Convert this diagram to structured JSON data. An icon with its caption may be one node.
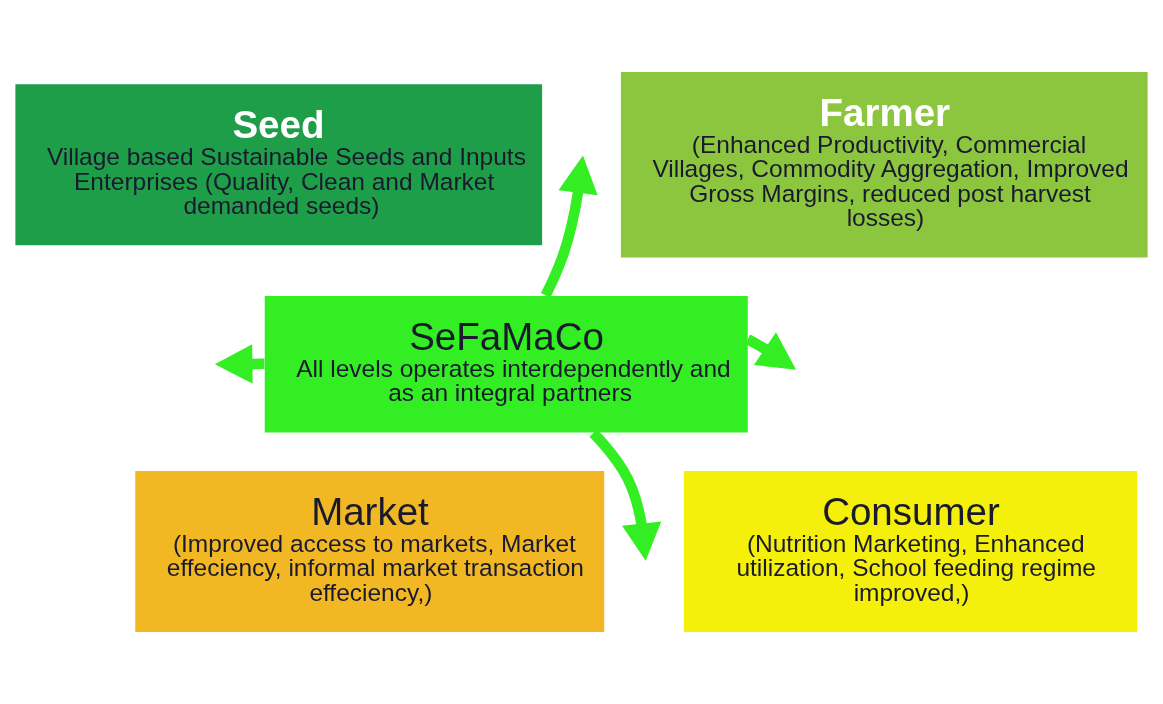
{
  "diagram": {
    "nodes": [
      {
        "text": [
          "Seed",
          "Village based Sustainable Seeds and Inputs Enterprises (Quality, Clean and Market demanded seeds)"
        ]
      },
      {
        "text": [
          "Farmer",
          "(Enhanced Productivity, Commercial Villages, Commodity Aggregation, Improved Gross Margins, reduced post harvest losses)"
        ]
      },
      {
        "text": [
          "SeFaMaCo",
          "All levels operates interdependently and as an integral partners"
        ]
      },
      {
        "text": [
          "Market",
          "(Improved access to markets, Market effeciency, informal market transaction effeciency,)"
        ]
      },
      {
        "text": [
          "Consumer",
          "(Nutrition Marketing, Enhanced utilization, School feeding regime improved,)"
        ]
      }
    ],
    "edges": [
      {
        "from": 2,
        "to": null,
        "arrow": "to"
      },
      {
        "from": 2,
        "to": null,
        "arrow": "to"
      },
      {
        "from": 2,
        "to": null,
        "arrow": "to"
      },
      {
        "from": 2,
        "to": null,
        "arrow": "to"
      }
    ]
  }
}
